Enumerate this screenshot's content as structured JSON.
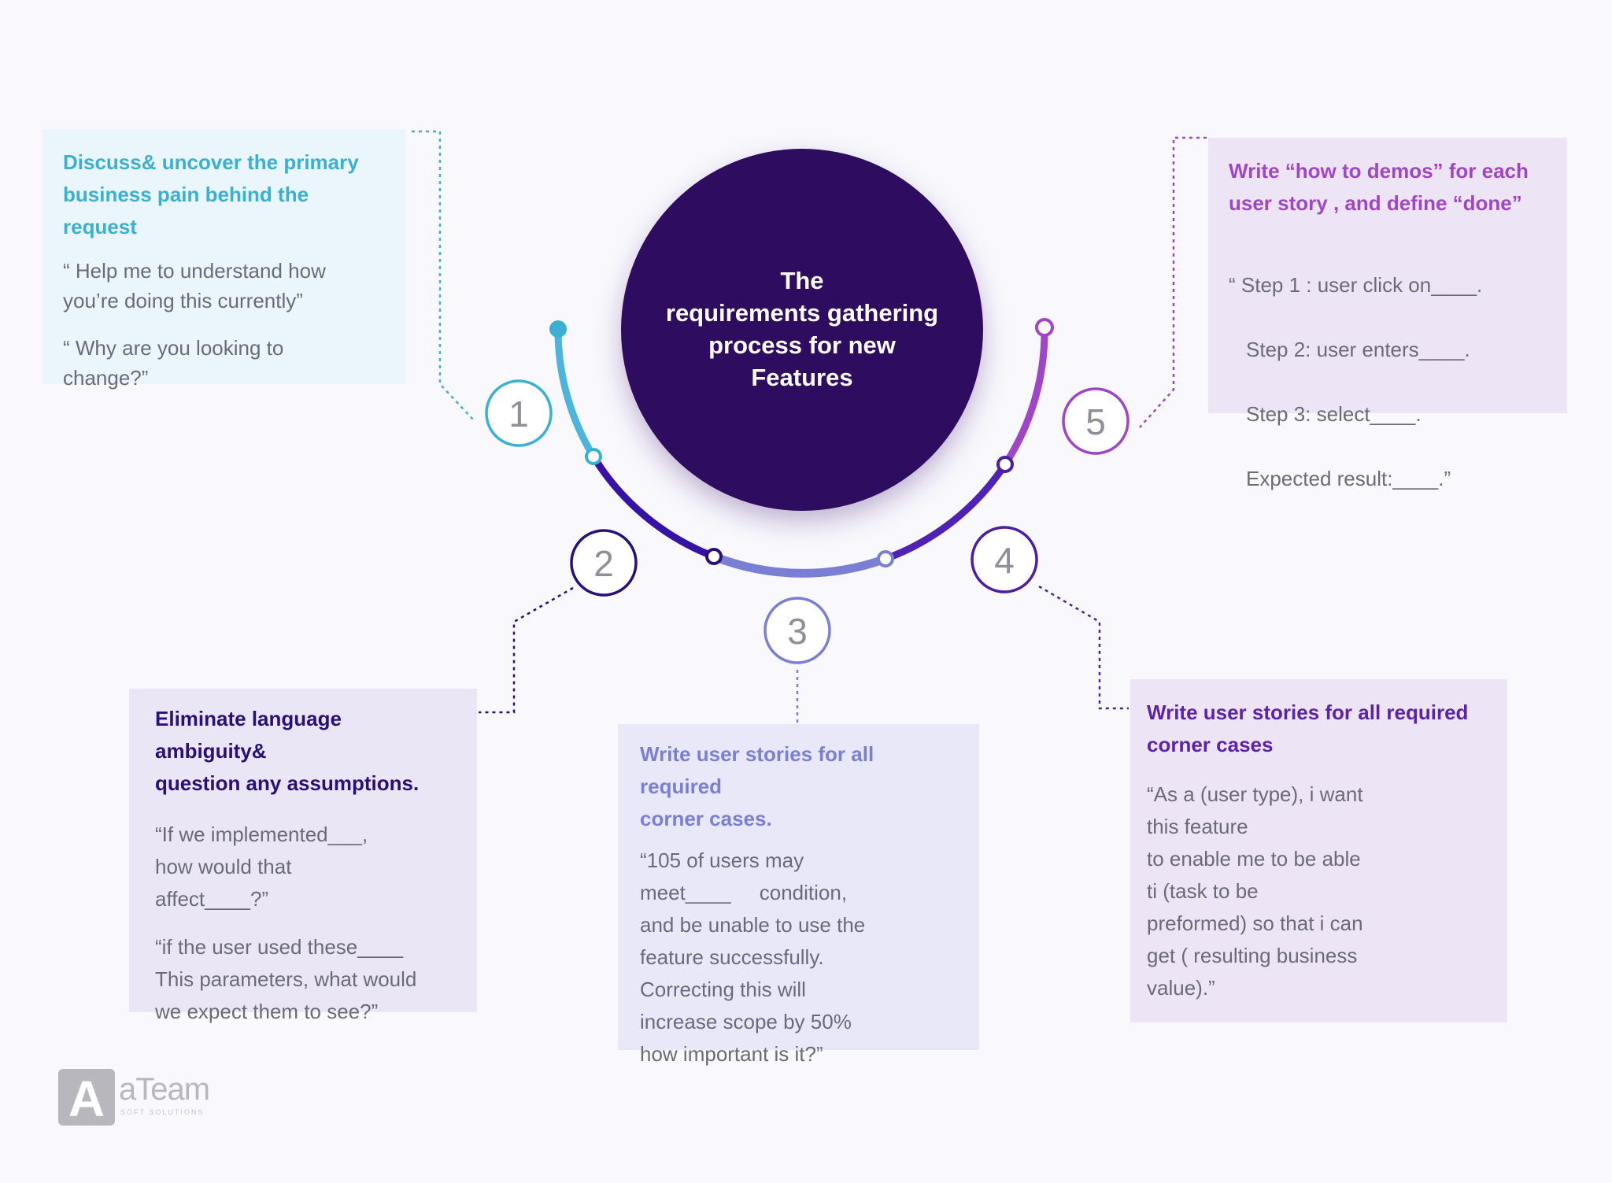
{
  "center": {
    "title": "The\nrequirements gathering\nprocess for new\nFeatures"
  },
  "colors": {
    "center_circle": "#2e1160",
    "step1": "#3ab0d3",
    "step2": "#2a0f78",
    "step3": "#7a7fd3",
    "step4": "#4a1fa3",
    "step5": "#a045c7"
  },
  "steps": [
    {
      "number": "1",
      "title": "Discuss& uncover the primary business pain behind the request",
      "quotes": [
        "“ Help me to understand how\nyou’re doing this currently”",
        "“ Why are you looking to\nchange?”"
      ]
    },
    {
      "number": "2",
      "title": "Eliminate language ambiguity&\nquestion any assumptions.",
      "quotes": [
        "“If we implemented___,\nhow would that\naffect____?”",
        "“if the user used these____\nThis parameters, what would\nwe expect them to see?”"
      ]
    },
    {
      "number": "3",
      "title": "Write user stories for all required\ncorner cases.",
      "quotes": [
        "“105 of users may\nmeet____     condition,\nand be unable to use the\nfeature successfully.\nCorrecting this will\nincrease scope by 50%\nhow important is it?”"
      ]
    },
    {
      "number": "4",
      "title": "Write user stories for all required\ncorner cases",
      "quotes": [
        "“As a (user type), i want\nthis feature\nto enable me to be able\nti (task to be\npreformed) so that i can\nget ( resulting business\nvalue).”"
      ]
    },
    {
      "number": "5",
      "title": "Write “how to demos” for each\nuser story , and define “done”",
      "quotes": [
        "“ Step 1 : user click on____.",
        "Step 2: user enters____.",
        "Step 3: select____.",
        "Expected result:____.”"
      ]
    }
  ],
  "logo": {
    "word": "aTeam",
    "sub": "SOFT SOLUTIONS",
    "mark_letter": "A"
  }
}
